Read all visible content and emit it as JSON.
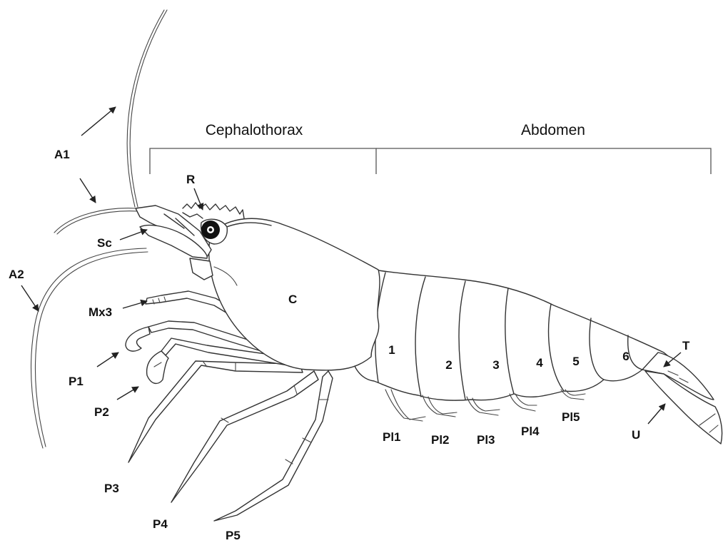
{
  "sections": {
    "cephalothorax": "Cephalothorax",
    "abdomen": "Abdomen"
  },
  "labels": {
    "a1": "A1",
    "a2": "A2",
    "sc": "Sc",
    "r": "R",
    "c": "C",
    "mx3": "Mx3",
    "p1": "P1",
    "p2": "P2",
    "p3": "P3",
    "p4": "P4",
    "p5": "P5",
    "t": "T",
    "u": "U",
    "pl1": "Pl1",
    "pl2": "Pl2",
    "pl3": "Pl3",
    "pl4": "Pl4",
    "pl5": "Pl5"
  },
  "segments": [
    "1",
    "2",
    "3",
    "4",
    "5",
    "6"
  ]
}
